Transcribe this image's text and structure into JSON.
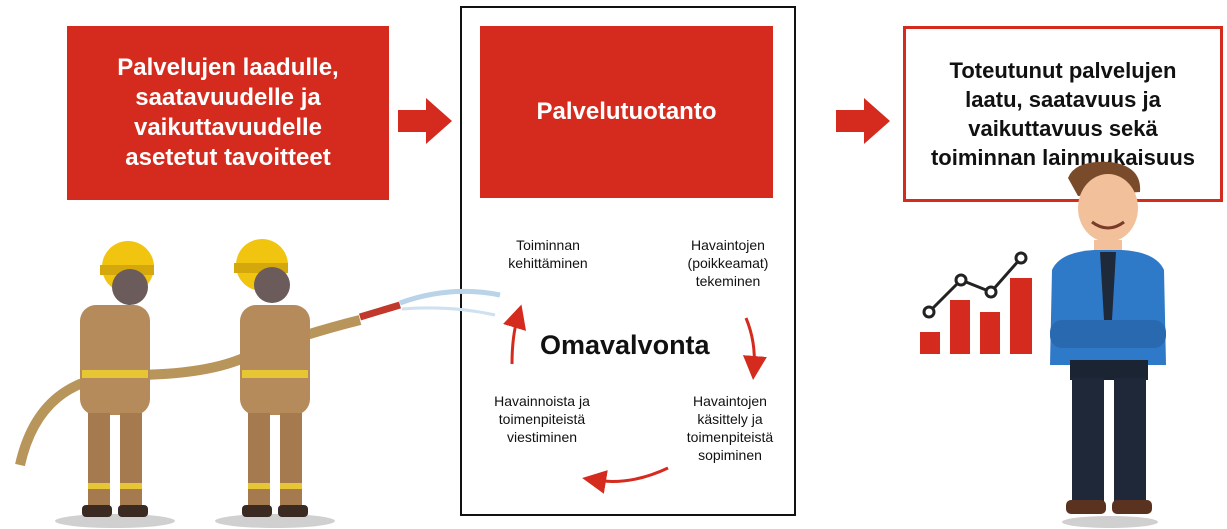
{
  "goals_box": [
    "Palvelujen laadulle,",
    "saatavuudelle ja",
    "vaikuttavuudelle",
    "asetetut tavoitteet"
  ],
  "production_box": "Palvelutuotanto",
  "result_box": [
    "Toteutunut palvelujen",
    "laatu, saatavuus ja",
    "vaikuttavuus sekä",
    "toiminnan lainmukaisuus"
  ],
  "cycle": {
    "title": "Omavalvonta",
    "steps": {
      "development": [
        "Toiminnan",
        "kehittäminen"
      ],
      "observations": [
        "Havaintojen",
        "(poikkeamat)",
        "tekeminen"
      ],
      "handling": [
        "Havaintojen",
        "käsittely ja",
        "toimenpiteistä",
        "sopiminen"
      ],
      "communication": [
        "Havainnoista ja",
        "toimenpiteistä",
        "viestiminen"
      ]
    }
  },
  "colors": {
    "accent": "#d52b1e",
    "dark": "#111111"
  },
  "icons": [
    "arrow-right-icon",
    "cycle-arrow-icon",
    "bar-chart-icon",
    "firefighter-illustration",
    "businessman-illustration"
  ]
}
